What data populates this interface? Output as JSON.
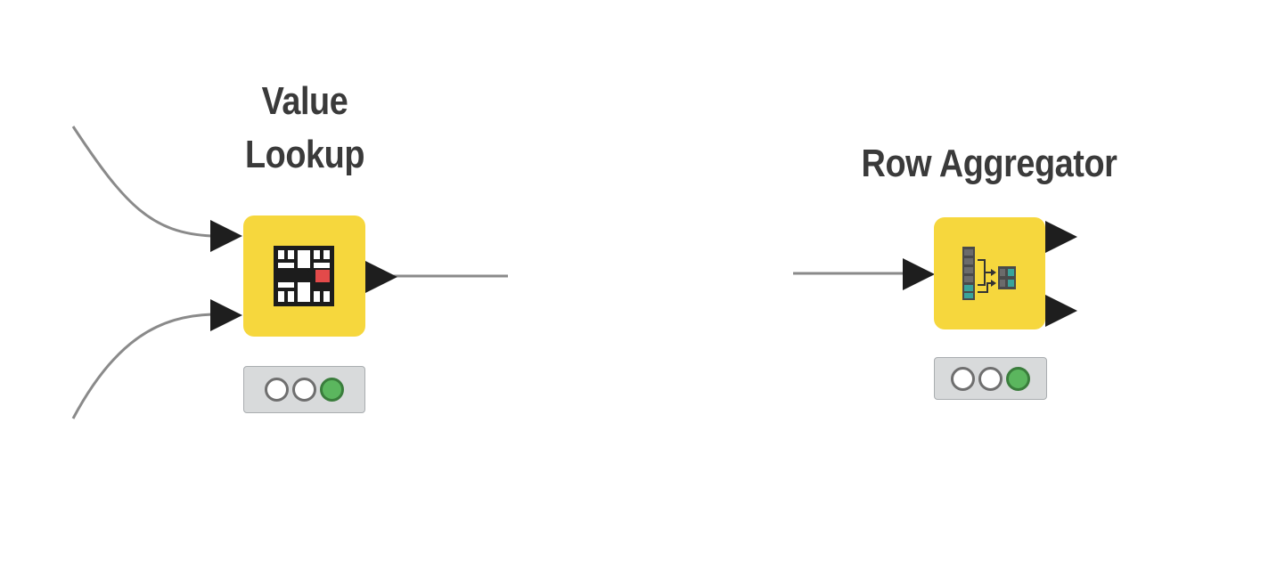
{
  "workflow": {
    "nodes": [
      {
        "id": "value-lookup",
        "title_line1": "Value",
        "title_line2": "Lookup",
        "icon": "value-lookup-icon",
        "status": [
          "idle",
          "idle",
          "executed"
        ]
      },
      {
        "id": "row-aggregator",
        "title": "Row Aggregator",
        "icon": "row-aggregator-icon",
        "status": [
          "idle",
          "idle",
          "executed"
        ]
      }
    ],
    "colors": {
      "node_fill": "#f6d73d",
      "port": "#1e1e1e",
      "connection": "#8a8a8a",
      "status_green": "#5bb65e",
      "title": "#3a3a3a"
    }
  }
}
